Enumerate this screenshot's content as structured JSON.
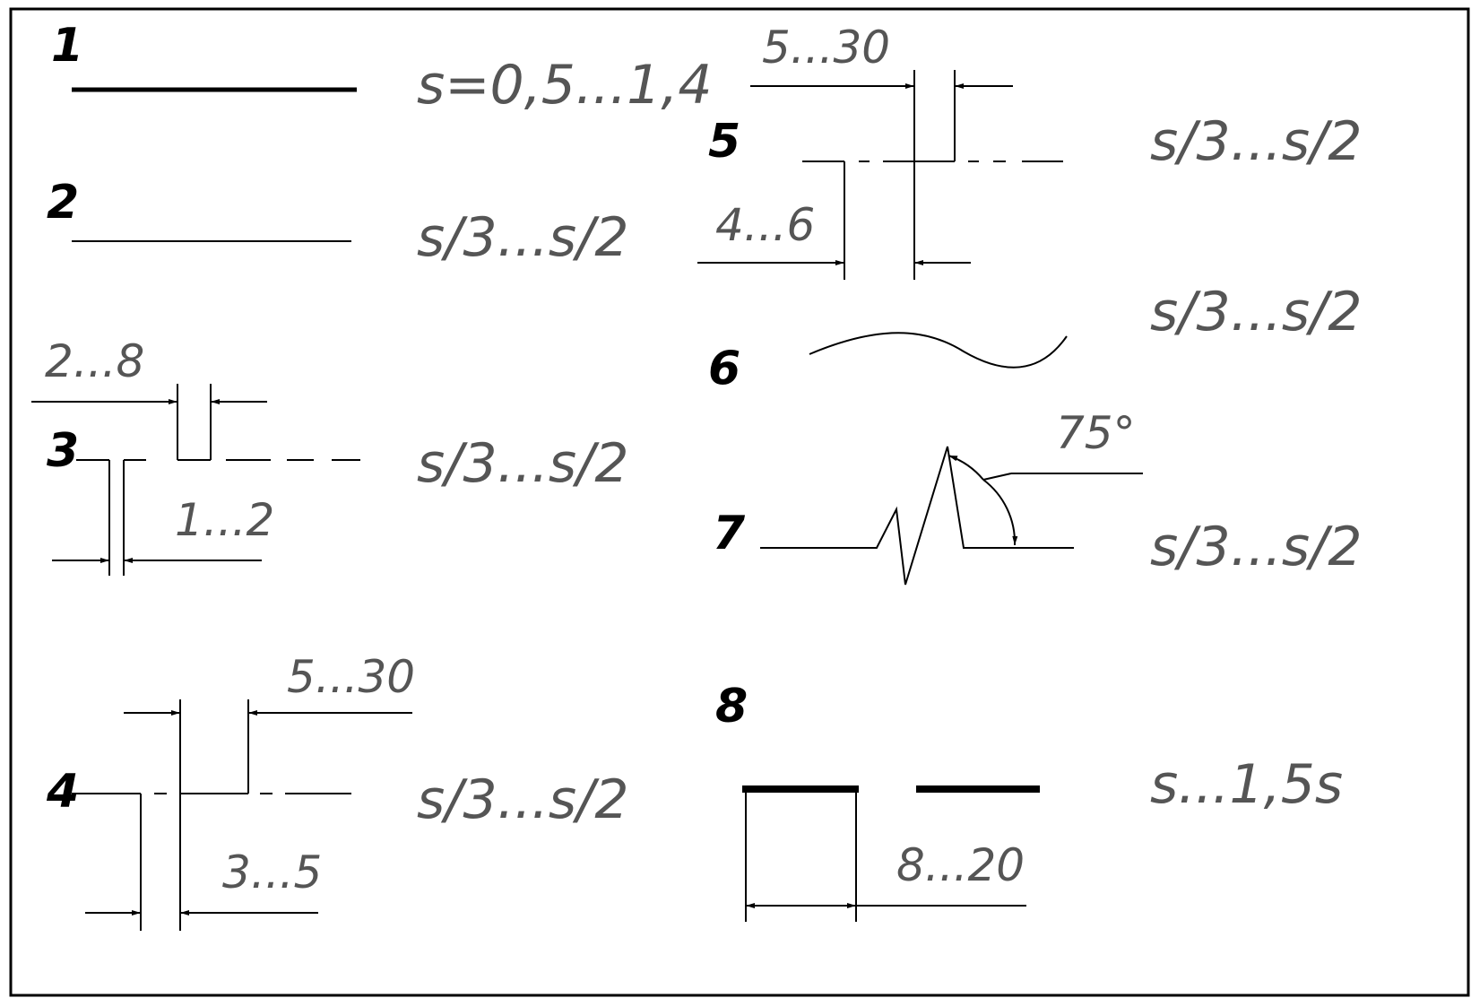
{
  "lines": [
    {
      "number": "1",
      "thickness": "s=0,5...1,4"
    },
    {
      "number": "2",
      "thickness": "s/3...s/2"
    },
    {
      "number": "3",
      "thickness": "s/3...s/2",
      "dims": [
        "2...8",
        "1...2"
      ]
    },
    {
      "number": "4",
      "thickness": "s/3...s/2",
      "dims": [
        "5...30",
        "3...5"
      ]
    },
    {
      "number": "5",
      "thickness": "s/3...s/2",
      "dims": [
        "5...30",
        "4...6"
      ]
    },
    {
      "number": "6",
      "thickness": "s/3...s/2"
    },
    {
      "number": "7",
      "thickness": "s/3...s/2",
      "dims": [
        "75°"
      ]
    },
    {
      "number": "8",
      "thickness": "s...1,5s",
      "dims": [
        "8...20"
      ]
    }
  ]
}
